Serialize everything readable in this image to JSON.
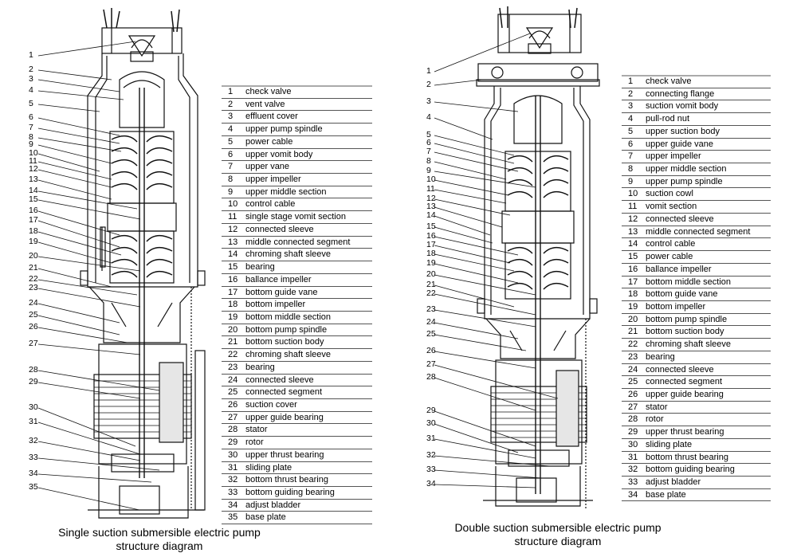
{
  "left_diagram": {
    "caption_line1": "Single suction submersible electric pump",
    "caption_line2": "structure diagram",
    "parts": [
      {
        "num": "1",
        "name": "check valve"
      },
      {
        "num": "2",
        "name": "vent valve"
      },
      {
        "num": "3",
        "name": "effluent cover"
      },
      {
        "num": "4",
        "name": "upper pump spindle"
      },
      {
        "num": "5",
        "name": "power cable"
      },
      {
        "num": "6",
        "name": "upper vomit body"
      },
      {
        "num": "7",
        "name": "upper vane"
      },
      {
        "num": "8",
        "name": "upper impeller"
      },
      {
        "num": "9",
        "name": "upper middle section"
      },
      {
        "num": "10",
        "name": "control cable"
      },
      {
        "num": "11",
        "name": "single stage vomit section"
      },
      {
        "num": "12",
        "name": "connected sleeve"
      },
      {
        "num": "13",
        "name": "middle connected segment"
      },
      {
        "num": "14",
        "name": "chroming shaft sleeve"
      },
      {
        "num": "15",
        "name": "bearing"
      },
      {
        "num": "16",
        "name": "ballance impeller"
      },
      {
        "num": "17",
        "name": "bottom guide vane"
      },
      {
        "num": "18",
        "name": "bottom impeller"
      },
      {
        "num": "19",
        "name": "bottom middle section"
      },
      {
        "num": "20",
        "name": "bottom pump spindle"
      },
      {
        "num": "21",
        "name": "bottom suction body"
      },
      {
        "num": "22",
        "name": "chroming shaft sleeve"
      },
      {
        "num": "23",
        "name": "bearing"
      },
      {
        "num": "24",
        "name": "connected sleeve"
      },
      {
        "num": "25",
        "name": "connected segment"
      },
      {
        "num": "26",
        "name": "suction cover"
      },
      {
        "num": "27",
        "name": "upper guide bearing"
      },
      {
        "num": "28",
        "name": "stator"
      },
      {
        "num": "29",
        "name": "rotor"
      },
      {
        "num": "30",
        "name": "upper thrust bearing"
      },
      {
        "num": "31",
        "name": "sliding plate"
      },
      {
        "num": "32",
        "name": "bottom thrust bearing"
      },
      {
        "num": "33",
        "name": "bottom guiding bearing"
      },
      {
        "num": "34",
        "name": "adjust bladder"
      },
      {
        "num": "35",
        "name": "base plate"
      }
    ]
  },
  "right_diagram": {
    "caption_line1": "Double suction submersible electric pump",
    "caption_line2": "structure diagram",
    "parts": [
      {
        "num": "1",
        "name": "check valve"
      },
      {
        "num": "2",
        "name": "connecting flange"
      },
      {
        "num": "3",
        "name": "suction vomit body"
      },
      {
        "num": "4",
        "name": "pull-rod nut"
      },
      {
        "num": "5",
        "name": "upper suction body"
      },
      {
        "num": "6",
        "name": "upper guide vane"
      },
      {
        "num": "7",
        "name": "upper impeller"
      },
      {
        "num": "8",
        "name": "upper middle section"
      },
      {
        "num": "9",
        "name": "upper pump spindle"
      },
      {
        "num": "10",
        "name": "suction cowl"
      },
      {
        "num": "11",
        "name": "vomit section"
      },
      {
        "num": "12",
        "name": "connected sleeve"
      },
      {
        "num": "13",
        "name": "middle connected segment"
      },
      {
        "num": "14",
        "name": "control cable"
      },
      {
        "num": "15",
        "name": "power cable"
      },
      {
        "num": "16",
        "name": "ballance impeller"
      },
      {
        "num": "17",
        "name": "bottom middle section"
      },
      {
        "num": "18",
        "name": "bottom guide vane"
      },
      {
        "num": "19",
        "name": "bottom impeller"
      },
      {
        "num": "20",
        "name": "bottom pump spindle"
      },
      {
        "num": "21",
        "name": "bottom suction body"
      },
      {
        "num": "22",
        "name": "chroming shaft sleeve"
      },
      {
        "num": "23",
        "name": "bearing"
      },
      {
        "num": "24",
        "name": "connected sleeve"
      },
      {
        "num": "25",
        "name": "connected segment"
      },
      {
        "num": "26",
        "name": "upper guide bearing"
      },
      {
        "num": "27",
        "name": "stator"
      },
      {
        "num": "28",
        "name": "rotor"
      },
      {
        "num": "29",
        "name": "upper thrust bearing"
      },
      {
        "num": "30",
        "name": "sliding plate"
      },
      {
        "num": "31",
        "name": "bottom thrust bearing"
      },
      {
        "num": "32",
        "name": "bottom guiding bearing"
      },
      {
        "num": "33",
        "name": "adjust bladder"
      },
      {
        "num": "34",
        "name": "base plate"
      }
    ]
  }
}
